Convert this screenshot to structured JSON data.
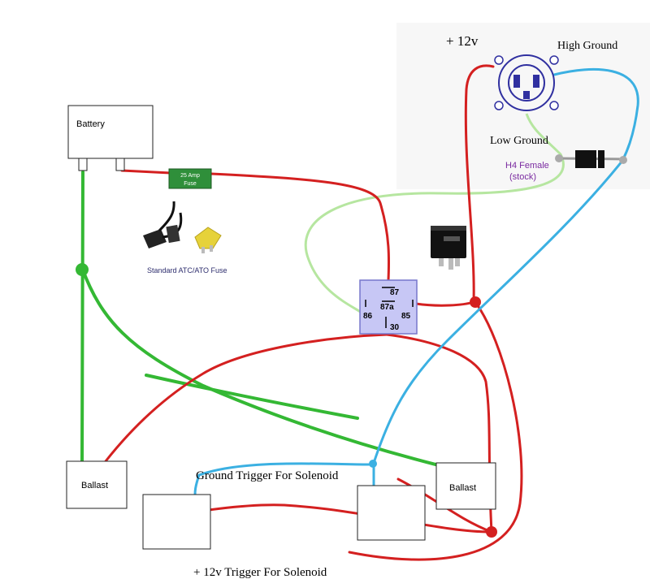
{
  "labels": {
    "battery": "Battery",
    "fuse": "25 Amp\nFuse",
    "fuse_caption": "Standard ATC/ATO Fuse",
    "plus12v": "+ 12v",
    "high_ground": "High Ground",
    "low_ground": "Low Ground",
    "h4_female": "H4 Female",
    "stock": "(stock)",
    "relay_87": "87",
    "relay_87a": "87a",
    "relay_86": "86",
    "relay_85": "85",
    "relay_30": "30",
    "ballast_left": "Ballast",
    "ballast_right": "Ballast",
    "ground_trigger": "Ground Trigger For Solenoid",
    "plus12v_trigger": "+ 12v Trigger For Solenoid"
  },
  "colors": {
    "red_wire": "#d42020",
    "green_wire": "#34b834",
    "light_green_wire": "#b6e6a0",
    "blue_wire": "#3bb0e2",
    "relay_fill": "#c7c7f5",
    "relay_border": "#7777cc",
    "fuse_fill": "#2f8f3a",
    "h4_purple": "#7a2aa0"
  }
}
